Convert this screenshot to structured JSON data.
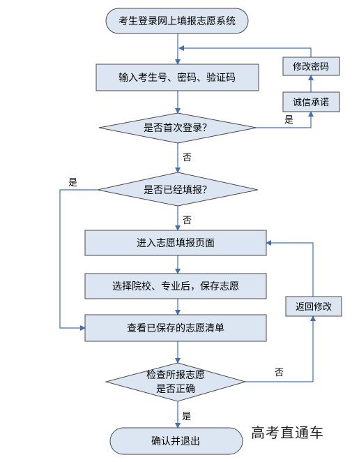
{
  "colors": {
    "box_fill": "#DCE6F2",
    "box_stroke": "#4A4A4A",
    "line": "#3F6FB5"
  },
  "nodes": {
    "start": "考生登录网上填报志愿系统",
    "input_credentials": "输入考生号、密码、验证码",
    "first_login": "是否首次登录？",
    "filled_already": "是否已经填报？",
    "enter_page": "进入志愿填报页面",
    "select_school": "选择院校、专业后，保存志愿",
    "view_list": "查看已保存的志愿清单",
    "check_line1": "检查所报志愿",
    "check_line2": "是否正确",
    "end": "确认并退出",
    "change_password": "修改密码",
    "integrity_promise": "诚信承诺",
    "go_back_edit": "返回修改"
  },
  "edges": {
    "first_login_yes": "是",
    "first_login_no": "否",
    "filled_yes": "是",
    "filled_no": "否",
    "check_no": "否",
    "check_yes": "是"
  },
  "watermark": "高考直通车"
}
